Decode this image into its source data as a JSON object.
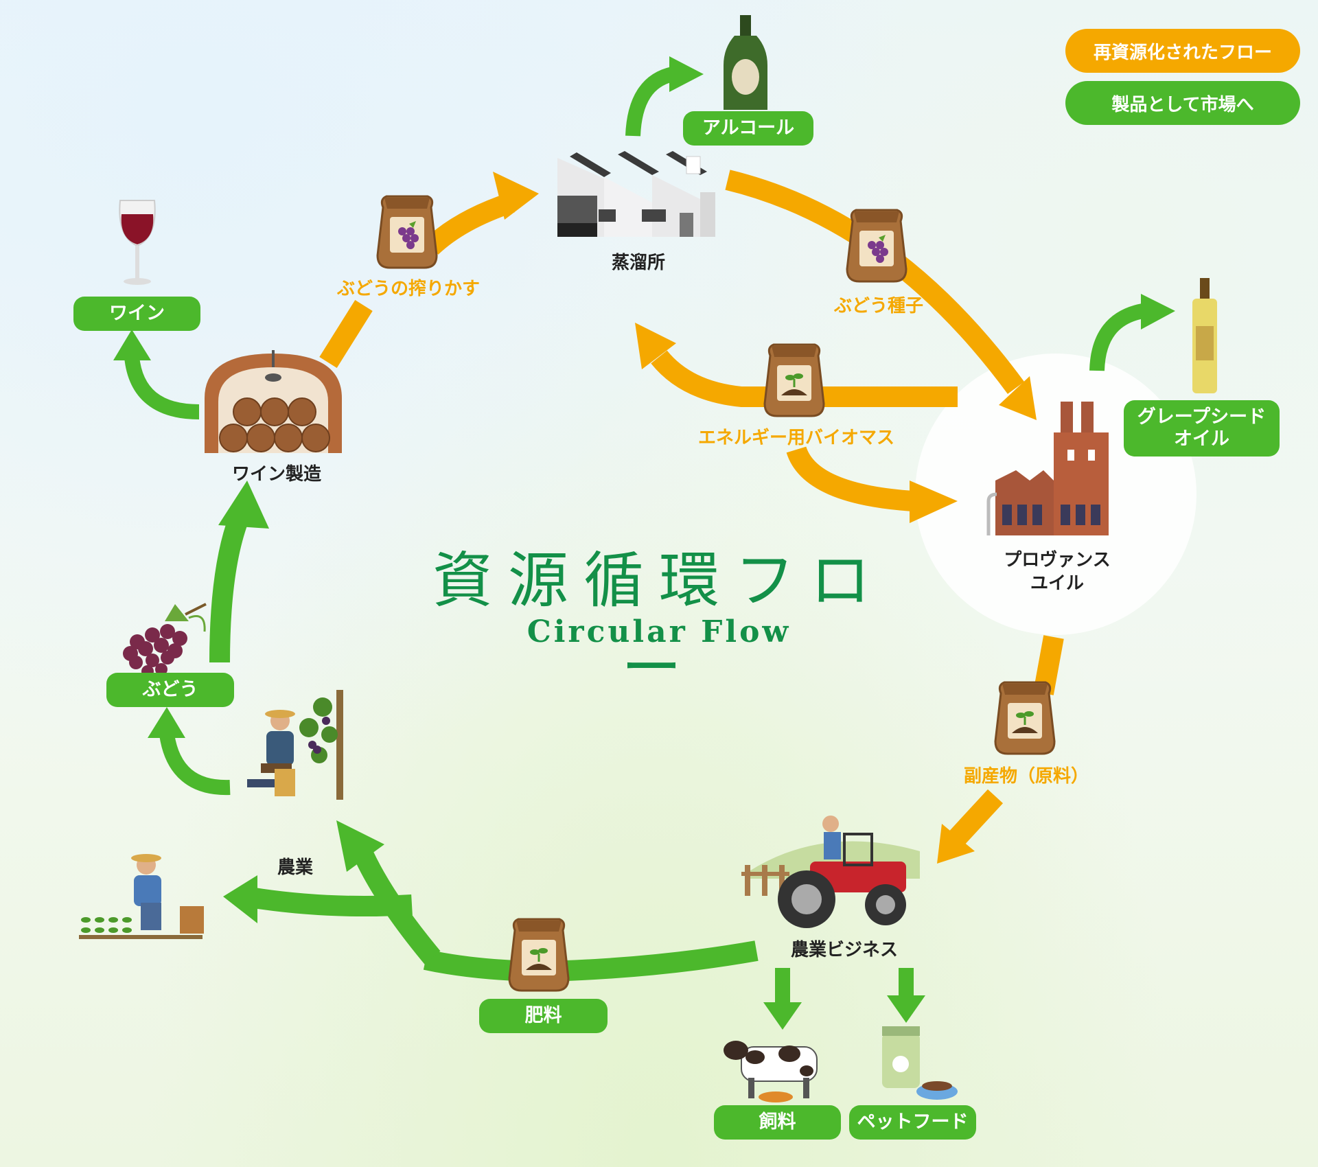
{
  "title": "資源循環フロー",
  "subtitle": "Circular Flow",
  "legend": [
    {
      "label": "再資源化されたフロー",
      "color": "#f5a800"
    },
    {
      "label": "製品として市場へ",
      "color": "#4cb82c"
    }
  ],
  "colors": {
    "recycled_flow": "#f5a800",
    "market_flow": "#4cb82c",
    "title": "#139048"
  },
  "nodes": {
    "distillery": "蒸溜所",
    "wine_making": "ワイン製造",
    "provence_huile": "プロヴァンス\nユイル",
    "agri_business": "農業ビジネス",
    "agriculture": "農業"
  },
  "flow_labels": {
    "pomace": "ぶどうの搾りかす",
    "seeds": "ぶどう種子",
    "biomass": "エネルギー用バイオマス",
    "byproduct": "副産物（原料）"
  },
  "products": {
    "alcohol": "アルコール",
    "wine": "ワイン",
    "grape_seed_oil": "グレープシード\nオイル",
    "grapes": "ぶどう",
    "fertilizer": "肥料",
    "feed": "飼料",
    "pet_food": "ペットフード"
  }
}
